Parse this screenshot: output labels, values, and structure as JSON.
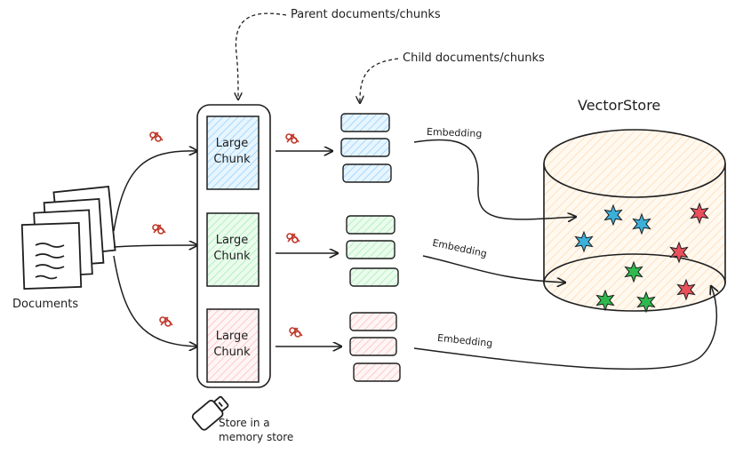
{
  "labels": {
    "parent": "Parent documents/chunks",
    "child": "Child documents/chunks",
    "vectorstore": "VectorStore",
    "documents": "Documents",
    "store_line1": "Store in a",
    "store_line2": "memory store"
  },
  "chunks": [
    {
      "line1": "Large",
      "line2": "Chunk"
    },
    {
      "line1": "Large",
      "line2": "Chunk"
    },
    {
      "line1": "Large",
      "line2": "Chunk"
    }
  ],
  "embeddings": [
    "Embedding",
    "Embedding",
    "Embedding"
  ],
  "colors": {
    "blue": "#a5d8ff",
    "green": "#b2f2bb",
    "pink": "#ffc9c9",
    "cylinder": "#ffe8cc",
    "star_blue": "#3bb0d9",
    "star_green": "#2fb84e",
    "star_red": "#e8505b",
    "scissors": "#c0392b"
  },
  "icons": [
    "scissors-icon",
    "usb-drive-icon",
    "document-stack-icon",
    "star-icon"
  ]
}
